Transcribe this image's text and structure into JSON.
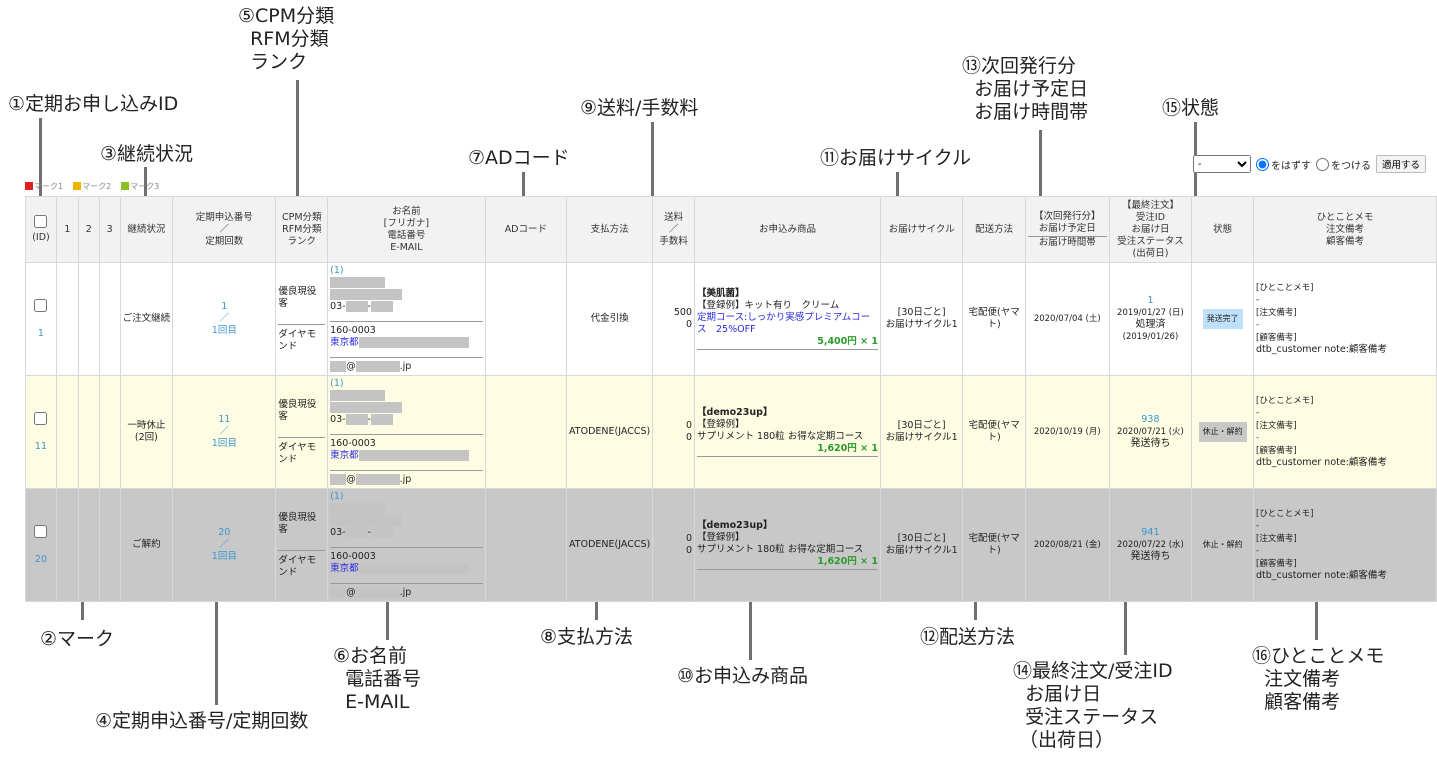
{
  "annotations": {
    "a1": "①定期お申し込みID",
    "a2": "②マーク",
    "a3": "③継続状況",
    "a4": "④定期申込番号/定期回数",
    "a5": "⑤CPM分類\n  RFM分類\n  ランク",
    "a6": "⑥お名前\n  電話番号\n  E-MAIL",
    "a7": "⑦ADコード",
    "a8": "⑧支払方法",
    "a9": "⑨送料/手数料",
    "a10": "⑩お申込み商品",
    "a11": "⑪お届けサイクル",
    "a12": "⑫配送方法",
    "a13": "⑬次回発行分\n  お届け予定日\n  お届け時間帯",
    "a14": "⑭最終注文/受注ID\n  お届け日\n  受注ステータス\n （出荷日）",
    "a15": "⑮状態",
    "a16": "⑯ひとことメモ\n  注文備考\n  顧客備考"
  },
  "marks": [
    {
      "label": "マーク1",
      "color": "#e02020"
    },
    {
      "label": "マーク2",
      "color": "#f0b400"
    },
    {
      "label": "マーク3",
      "color": "#8cc020"
    }
  ],
  "controls": {
    "select_value": "-",
    "radio_remove": "をはずす",
    "radio_add": "をつける",
    "apply": "適用する"
  },
  "headers": [
    "(ID)",
    "1",
    "2",
    "3",
    "継続状況",
    "定期申込番号\n／\n定期回数",
    "CPM分類\nRFM分類\nランク",
    "お名前\n[フリガナ]\n電話番号\nE-MAIL",
    "ADコード",
    "支払方法",
    "送料\n／\n手数料",
    "お申込み商品",
    "お届けサイクル",
    "配送方法",
    "【次回発行分】\nお届け予定日\nお届け時間帯",
    "【最終注文】\n受注ID\nお届け日\n受注ステータス\n(出荷日)",
    "状態",
    "ひとことメモ\n注文備考\n顧客備考"
  ],
  "rows": [
    {
      "id": "1",
      "status": "ご注文継続",
      "sub_no": "1",
      "sub_count": "1回目",
      "cpm": "優良現役客",
      "rank": "ダイヤモンド",
      "cust_no": "(1)",
      "phone": "03-",
      "zip": "160-0003",
      "pref": "東京都",
      "email_at": "@",
      "email_tld": ".jp",
      "ad": "",
      "payment": "代金引換",
      "shipping": "500",
      "fee": "0",
      "product_cat": "【美肌菌】",
      "product_name": "【登録例】キット有り　クリーム",
      "product_course": "定期コース:しっかり実感プレミアムコース　25%OFF",
      "price": "5,400円 × 1",
      "cycle1": "[30日ごと]",
      "cycle2": "お届けサイクル1",
      "delivery": "宅配便(ヤマト)",
      "next_date": "2020/07/04 (土)",
      "order_id": "1",
      "order_date": "2019/01/27 (日)",
      "order_status": "処理済",
      "ship_date": "(2019/01/26)",
      "state": "発送完了",
      "state_bg": "#bfe0fb",
      "memo_h": "[ひとことメモ]",
      "memo_v": "-",
      "note_h": "[注文備考]",
      "note_v": "-",
      "cnote_h": "[顧客備考]",
      "cnote_v": "dtb_customer note:顧客備考"
    },
    {
      "id": "11",
      "status": "一時休止\n(2回)",
      "sub_no": "11",
      "sub_count": "1回目",
      "cpm": "優良現役客",
      "rank": "ダイヤモンド",
      "cust_no": "(1)",
      "phone": "03-",
      "zip": "160-0003",
      "pref": "東京都",
      "email_at": "@",
      "email_tld": ".jp",
      "ad": "",
      "payment": "ATODENE(JACCS)",
      "shipping": "0",
      "fee": "0",
      "product_cat": "【demo23up】",
      "product_name": "【登録例】",
      "product_course": "サプリメント 180粒 お得な定期コース",
      "price": "1,620円 × 1",
      "cycle1": "[30日ごと]",
      "cycle2": "お届けサイクル1",
      "delivery": "宅配便(ヤマト)",
      "next_date": "2020/10/19 (月)",
      "order_id": "938",
      "order_date": "2020/07/21 (火)",
      "order_status": "発送待ち",
      "ship_date": "",
      "state": "休止・解約",
      "state_bg": "#c8c8c8",
      "memo_h": "[ひとことメモ]",
      "memo_v": "-",
      "note_h": "[注文備考]",
      "note_v": "-",
      "cnote_h": "[顧客備考]",
      "cnote_v": "dtb_customer note:顧客備考"
    },
    {
      "id": "20",
      "status": "ご解約",
      "sub_no": "20",
      "sub_count": "1回目",
      "cpm": "優良現役客",
      "rank": "ダイヤモンド",
      "cust_no": "(1)",
      "phone": "03-",
      "zip": "160-0003",
      "pref": "東京都",
      "email_at": "@",
      "email_tld": ".jp",
      "ad": "",
      "payment": "ATODENE(JACCS)",
      "shipping": "0",
      "fee": "0",
      "product_cat": "【demo23up】",
      "product_name": "【登録例】",
      "product_course": "サプリメント 180粒 お得な定期コース",
      "price": "1,620円 × 1",
      "cycle1": "[30日ごと]",
      "cycle2": "お届けサイクル1",
      "delivery": "宅配便(ヤマト)",
      "next_date": "2020/08/21 (金)",
      "order_id": "941",
      "order_date": "2020/07/22 (水)",
      "order_status": "発送待ち",
      "ship_date": "",
      "state": "休止・解約",
      "state_bg": "transparent",
      "memo_h": "[ひとことメモ]",
      "memo_v": "-",
      "note_h": "[注文備考]",
      "note_v": "-",
      "cnote_h": "[顧客備考]",
      "cnote_v": "dtb_customer note:顧客備考"
    }
  ]
}
